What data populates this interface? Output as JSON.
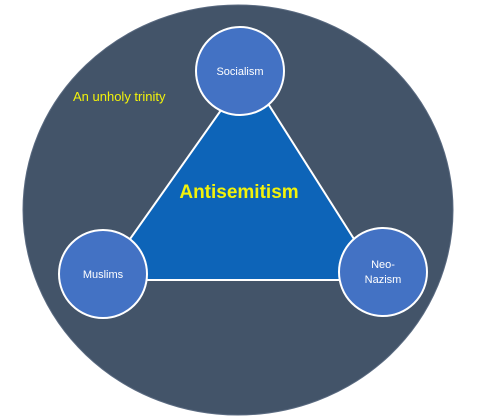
{
  "diagram": {
    "tagline": "An unholy trinity",
    "center_label": "Antisemitism",
    "nodes": {
      "top": {
        "label": "Socialism"
      },
      "left": {
        "label": "Muslims"
      },
      "right": {
        "line1": "Neo-",
        "line2": "Nazism"
      }
    },
    "colors": {
      "background_circle": "#435469",
      "triangle_fill": "#0d64b8",
      "node_fill": "#4372c4",
      "node_stroke": "#ffffff",
      "accent_text": "#f2f20a",
      "node_text": "#ffffff"
    }
  }
}
